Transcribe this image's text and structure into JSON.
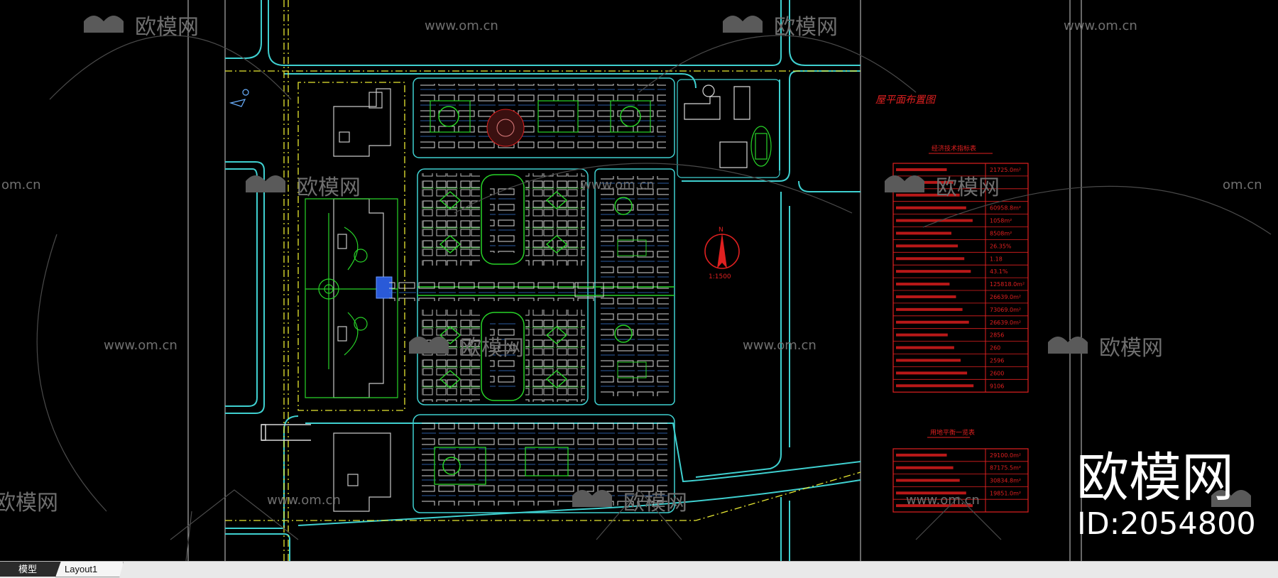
{
  "tabs": [
    {
      "label": "模型",
      "active": true
    },
    {
      "label": "Layout1",
      "active": false
    }
  ],
  "drawing": {
    "title": "屋平面布置图",
    "north_scale": "1:1500",
    "table1": {
      "title": "经济技术指标表",
      "values": [
        "21725.0m²",
        "",
        "",
        "60958.8m²",
        "1058m²",
        "8508m²",
        "26.35%",
        "1.18",
        "43.1%",
        "125818.0m²",
        "26639.0m²",
        "73069.0m²",
        "26639.0m²",
        "2856",
        "260",
        "2596",
        "2600",
        "9106"
      ]
    },
    "table2": {
      "title": "用地平衡一览表",
      "values": [
        "29100.0m²",
        "87175.5m²",
        "30834.8m²",
        "19851.0m²",
        ""
      ]
    }
  },
  "watermark": {
    "brand": "欧模网",
    "url": "www.om.cn",
    "partial_url": "om.cn",
    "partial_brand": "欧模网",
    "id": "ID:2054800"
  },
  "colors": {
    "background": "#000000",
    "road": "#3fd0d0",
    "boundary": "#e8e832",
    "greenery": "#28d428",
    "building": "#d8d8d8",
    "annotation": "#e02020",
    "tab_active": "#2b2b2b"
  }
}
